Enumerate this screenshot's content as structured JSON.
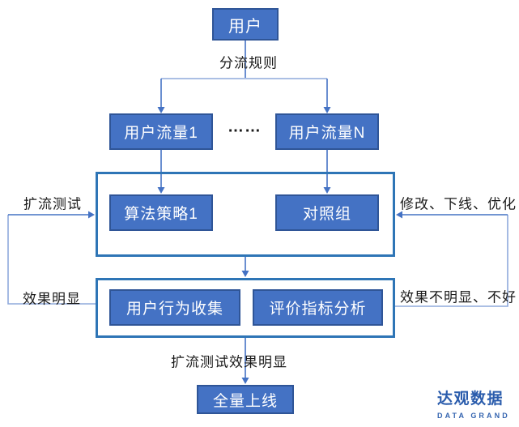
{
  "diagram": {
    "nodes": {
      "user": "用户",
      "flow1": "用户流量1",
      "flowN": "用户流量N",
      "dots": "……",
      "algo_strategy": "算法策略1",
      "control_group": "对照组",
      "behavior_collect": "用户行为收集",
      "metric_analysis": "评价指标分析",
      "full_launch": "全量上线"
    },
    "labels": {
      "split_rule": "分流规则",
      "expand_test": "扩流测试",
      "effect_obvious": "效果明显",
      "modify_offline_optimize": "修改、下线、优化",
      "effect_not_obvious": "效果不明显、不好",
      "expand_test_effect_obvious": "扩流测试效果明显"
    }
  },
  "logo": {
    "name": "达观数据",
    "subtitle": "DATA GRAND"
  },
  "colors": {
    "node_fill": "#4472C4",
    "node_border": "#2F5597",
    "group_border": "#2E75B6",
    "connector": "#4472C4",
    "connector_light": "#8FAADC",
    "node_text": "#FFFFFF",
    "label_text": "#1A1A1A",
    "logo_blue": "#2A5CAC"
  }
}
